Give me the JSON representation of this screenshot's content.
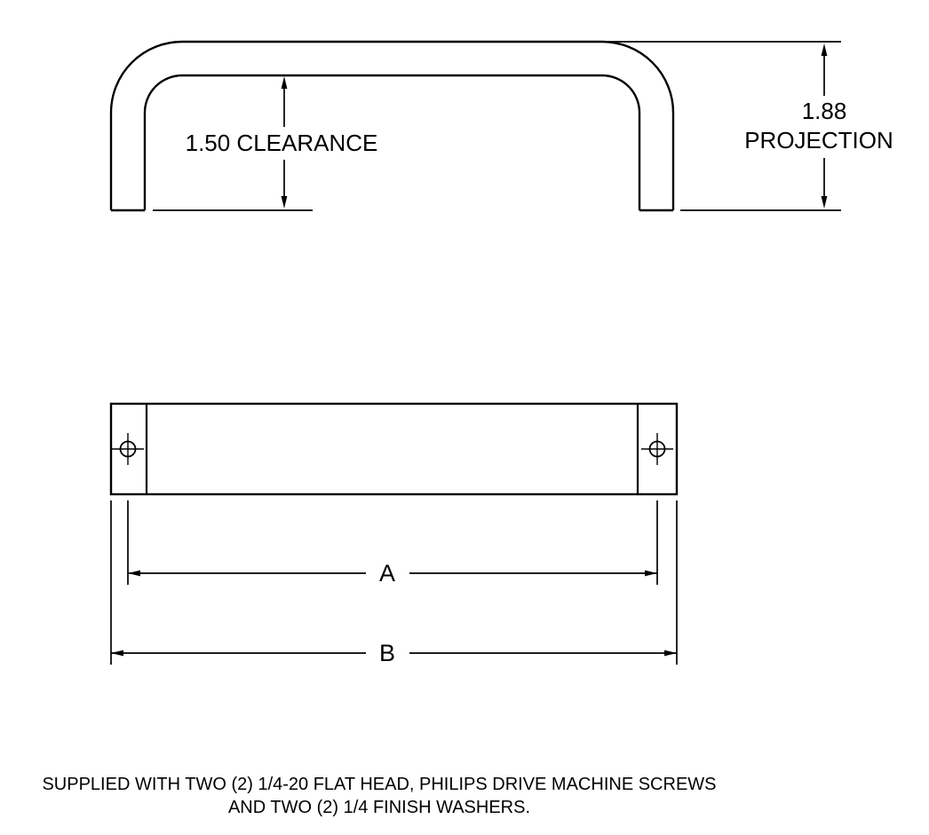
{
  "drawing": {
    "colors": {
      "line": "#000000",
      "background": "#ffffff"
    },
    "front_view": {
      "clearance_label": "1.50 CLEARANCE",
      "projection_value": "1.88",
      "projection_label": "PROJECTION"
    },
    "plan_view": {
      "dim_a_label": "A",
      "dim_b_label": "B"
    },
    "notes": {
      "line1": "SUPPLIED WITH TWO (2) 1/4-20 FLAT HEAD, PHILIPS DRIVE MACHINE SCREWS",
      "line2": "AND TWO (2) 1/4 FINISH WASHERS."
    }
  }
}
